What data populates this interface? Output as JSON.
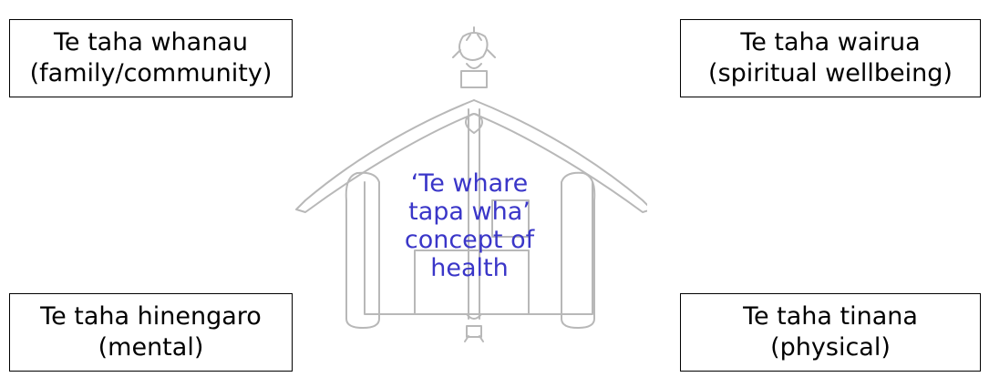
{
  "boxes": {
    "top_left": {
      "title": "Te taha whanau",
      "subtitle": "(family/community)"
    },
    "top_right": {
      "title": "Te taha wairua",
      "subtitle": "(spiritual wellbeing)"
    },
    "bottom_left": {
      "title": "Te taha hinengaro",
      "subtitle": "(mental)"
    },
    "bottom_right": {
      "title": "Te taha tinana",
      "subtitle": "(physical)"
    }
  },
  "center": {
    "lines": [
      "‘Te whare",
      "tapa wha’",
      "concept of",
      "health"
    ]
  },
  "colors": {
    "center_text": "#3a36c8",
    "sketch": "#b8b8b8",
    "box_border": "#000000"
  }
}
